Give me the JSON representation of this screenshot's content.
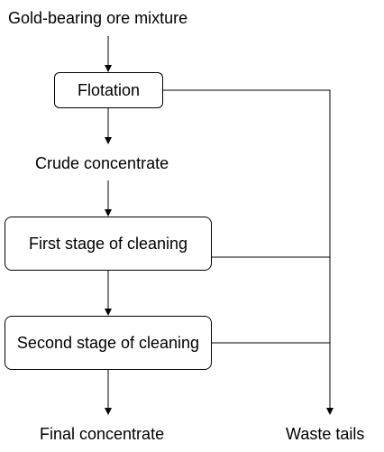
{
  "nodes": {
    "input_label": "Gold-bearing ore mixture",
    "flotation": "Flotation",
    "crude_label": "Crude concentrate",
    "stage1": "First stage of cleaning",
    "stage2": "Second stage of cleaning",
    "final_label": "Final concentrate",
    "waste_label": "Waste tails"
  },
  "edges": [
    {
      "from": "input_label",
      "to": "flotation"
    },
    {
      "from": "flotation",
      "to": "crude_label"
    },
    {
      "from": "crude_label",
      "to": "stage1"
    },
    {
      "from": "stage1",
      "to": "stage2"
    },
    {
      "from": "stage2",
      "to": "final_label"
    },
    {
      "from": "flotation",
      "to": "waste_label"
    },
    {
      "from": "stage1",
      "to": "waste_label"
    },
    {
      "from": "stage2",
      "to": "waste_label"
    }
  ],
  "colors": {
    "line": "#000000",
    "box_border": "#000000",
    "background": "#ffffff"
  }
}
